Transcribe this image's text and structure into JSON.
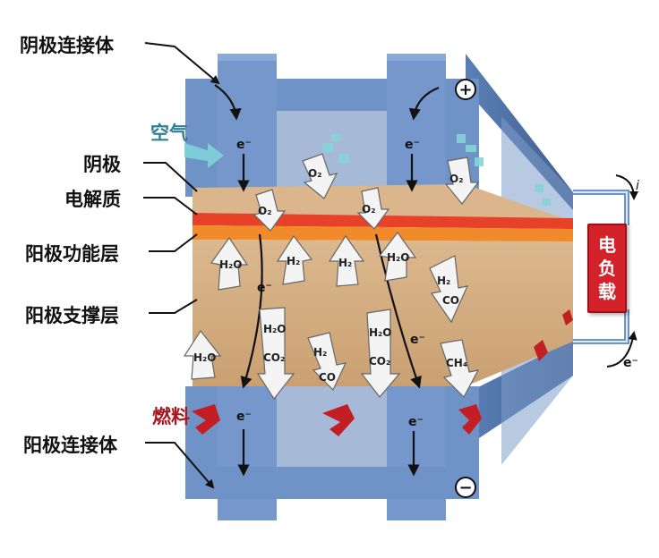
{
  "labels": {
    "cathode_interconnect": "阴极连接体",
    "air": "空气",
    "cathode": "阴极",
    "electrolyte": "电解质",
    "anode_functional_layer": "阳极功能层",
    "anode_support_layer": "阳极支撑层",
    "fuel": "燃料",
    "anode_interconnect": "阳极连接体"
  },
  "load": {
    "chars": [
      "电",
      "负",
      "载"
    ]
  },
  "electron_symbol": "e⁻",
  "current_symbol": "i",
  "polarity": {
    "positive": "+",
    "negative": "−"
  },
  "molecules": {
    "o2": "O₂",
    "h2o": "H₂O",
    "h2": "H₂",
    "co": "CO",
    "co2": "CO₂",
    "ch4": "CH₄"
  },
  "colors": {
    "interconnect": "#6f93c6",
    "interconnect_dark": "#4f6fa0",
    "cathode": "#dbb68c",
    "electrolyte": "#e8412a",
    "functional_layer": "#f08a2a",
    "support_layer": "#d7b48a",
    "load": "#d4222a",
    "fuel_arrow": "#c41e25",
    "air_arrow": "#7fd3d8",
    "label_blue": "#2e7f96",
    "label_red": "#a8171f"
  }
}
